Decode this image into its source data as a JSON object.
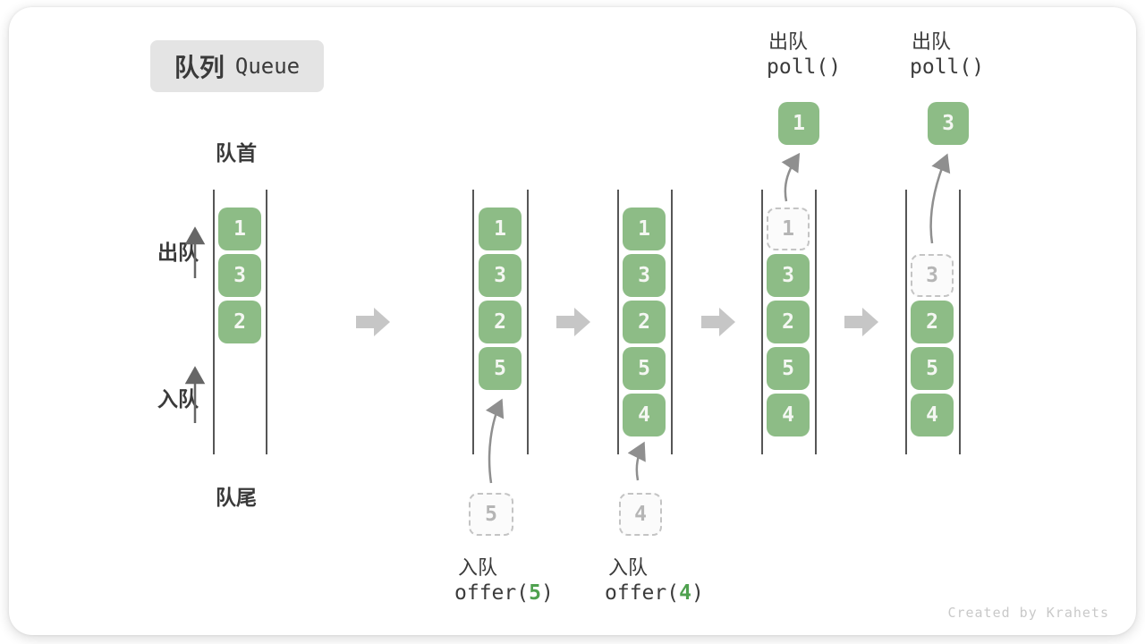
{
  "title": {
    "zh": "队列",
    "en": "Queue"
  },
  "side_labels": {
    "front": "队首",
    "rear": "队尾",
    "dequeue": "出队",
    "enqueue": "入队"
  },
  "colors": {
    "cell_green": "#8dbc86",
    "arg_green": "#4fa14f",
    "block_arrow_gray": "#c6c6c6",
    "badge_gray": "#e4e4e4",
    "ghost_border_gray": "#c4c4c4",
    "text_dark": "#3a3a3a"
  },
  "states": [
    {
      "cells": [
        "1",
        "3",
        "2"
      ]
    },
    {
      "cells": [
        "1",
        "3",
        "2",
        "5"
      ],
      "incoming_value": "5",
      "op": {
        "label": "入队",
        "code_pre": "offer(",
        "arg": "5",
        "code_post": ")"
      }
    },
    {
      "cells": [
        "1",
        "3",
        "2",
        "5",
        "4"
      ],
      "incoming_value": "4",
      "op": {
        "label": "入队",
        "code_pre": "offer(",
        "arg": "4",
        "code_post": ")"
      }
    },
    {
      "cells": [
        "3",
        "2",
        "5",
        "4"
      ],
      "ghost_value": "1",
      "out_value": "1",
      "op": {
        "label": "出队",
        "code": "poll()"
      }
    },
    {
      "cells": [
        "2",
        "5",
        "4"
      ],
      "ghost_value": "3",
      "out_value": "3",
      "op": {
        "label": "出队",
        "code": "poll()"
      }
    }
  ],
  "watermark": "Created by Krahets"
}
